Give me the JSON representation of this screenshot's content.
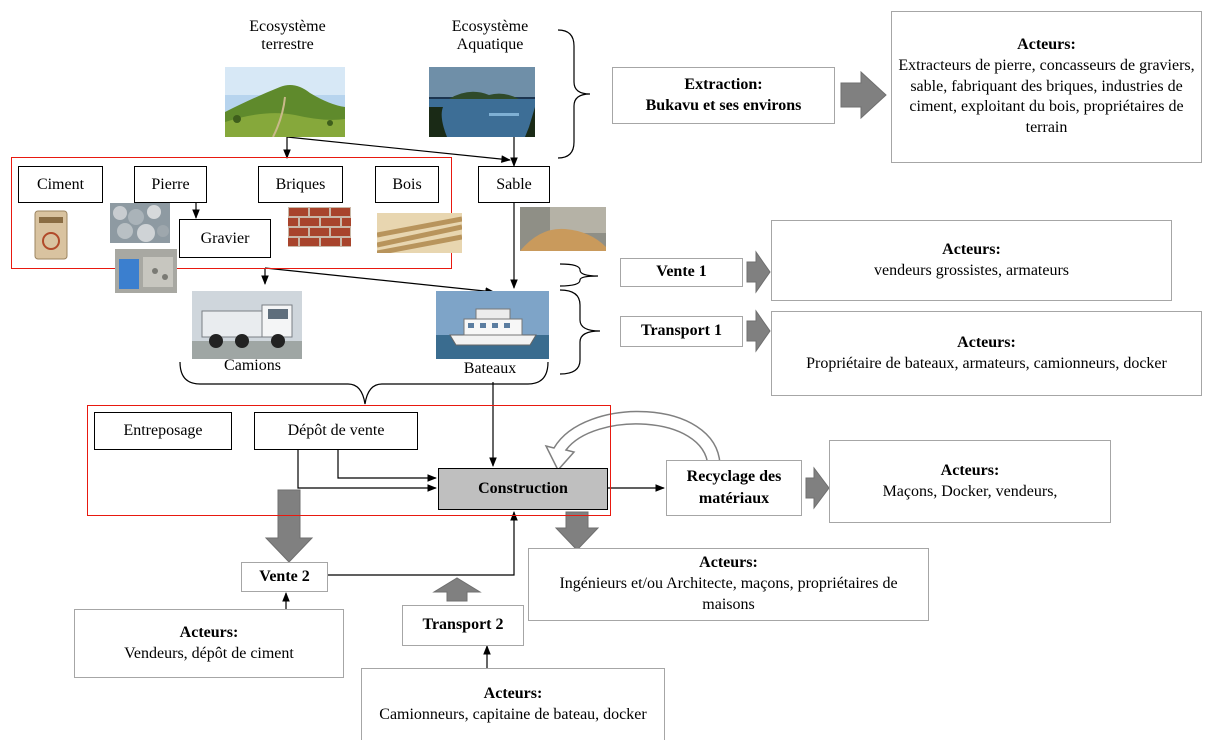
{
  "sources": {
    "terrestre": "Ecosystème\nterrestre",
    "aquatique": "Ecosystème\nAquatique"
  },
  "materials": {
    "ciment": "Ciment",
    "pierre": "Pierre",
    "briques": "Briques",
    "bois": "Bois",
    "sable": "Sable",
    "gravier": "Gravier"
  },
  "transport_labels": {
    "camions": "Camions",
    "bateaux": "Bateaux"
  },
  "storage": {
    "entreposage": "Entreposage",
    "depot": "Dépôt de vente"
  },
  "stages": {
    "extraction": "Extraction:\nBukavu et ses environs",
    "vente1": "Vente 1",
    "transport1": "Transport 1",
    "construction": "Construction",
    "recyclage": "Recyclage des\nmatériaux",
    "vente2": "Vente 2",
    "transport2": "Transport 2"
  },
  "actors": {
    "title": "Acteurs:",
    "extraction": "Extracteurs de pierre, concasseurs de graviers, sable, fabriquant des briques, industries de ciment, exploitant du bois, propriétaires de terrain",
    "vente1": "vendeurs grossistes, armateurs",
    "transport1": "Propriétaire de bateaux, armateurs, camionneurs, docker",
    "recyclage": "Maçons, Docker, vendeurs,",
    "construction": "Ingénieurs et/ou Architecte, maçons, propriétaires de maisons",
    "vente2": "Vendeurs, dépôt de ciment",
    "transport2": "Camionneurs, capitaine de bateau, docker"
  },
  "colors": {
    "frame_red": "#e8190f",
    "arrow_gray": "#808080",
    "actor_border": "#a6a6a6",
    "construction_fill": "#bfbfbf"
  }
}
